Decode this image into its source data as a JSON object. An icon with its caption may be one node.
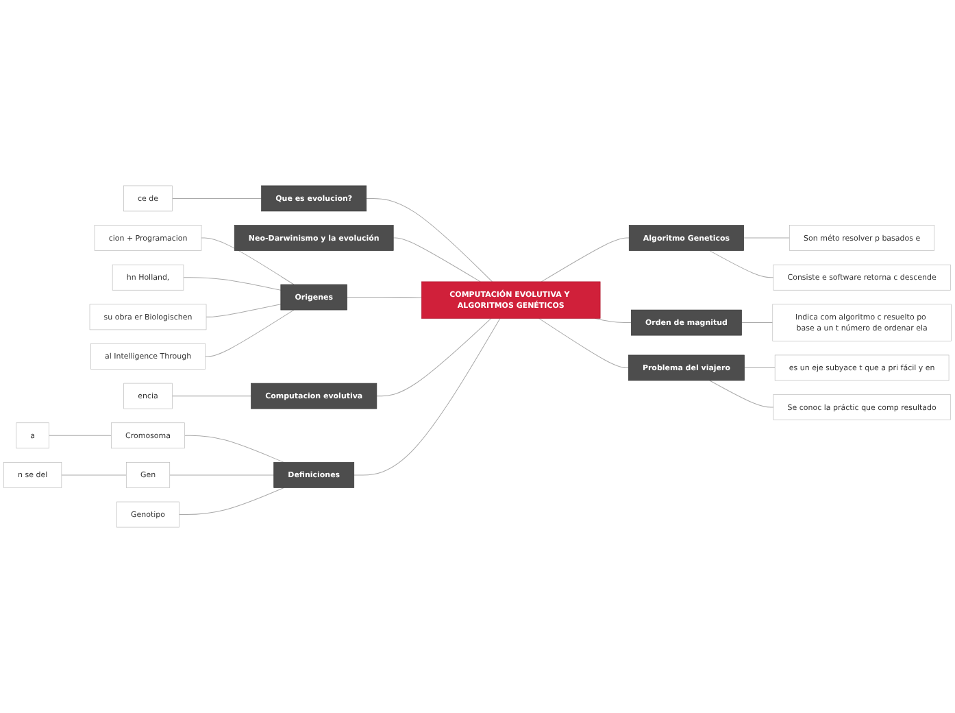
{
  "diagram": {
    "nodes": [
      {
        "text": [
          "COMPUTACIÓN EVOLUTIVA Y ALGORITMOS GENÉTICOS"
        ]
      },
      {
        "text": [
          "Que es evolucion?"
        ]
      },
      {
        "text": [
          "Neo-Darwinismo y la evolución"
        ]
      },
      {
        "text": [
          "Origenes"
        ]
      },
      {
        "text": [
          "Computacion evolutiva"
        ]
      },
      {
        "text": [
          "Definiciones"
        ]
      },
      {
        "text": [
          "Algoritmo Geneticos"
        ]
      },
      {
        "text": [
          "Orden de magnitud"
        ]
      },
      {
        "text": [
          "Problema del viajero"
        ]
      },
      {
        "text": [
          "ce de"
        ]
      },
      {
        "text": [
          "cion + Programacion"
        ]
      },
      {
        "text": [
          "hn Holland,"
        ]
      },
      {
        "text": [
          "su obra er Biologischen"
        ]
      },
      {
        "text": [
          "al Intelligence Through"
        ]
      },
      {
        "text": [
          "encia"
        ]
      },
      {
        "text": [
          "Cromosoma"
        ]
      },
      {
        "text": [
          "a"
        ]
      },
      {
        "text": [
          "Gen"
        ]
      },
      {
        "text": [
          "n se del"
        ]
      },
      {
        "text": [
          "Genotipo"
        ]
      },
      {
        "text": [
          "Son méto resolver p basados e"
        ]
      },
      {
        "text": [
          "Consiste e software retorna c descende"
        ]
      },
      {
        "text": [
          "Indica com algoritmo c resuelto po base a un t número de ordenar ela"
        ]
      },
      {
        "text": [
          "es un eje subyace t que a pri fácil y en"
        ]
      },
      {
        "text": [
          "Se conoc la práctic que comp resultado"
        ]
      }
    ],
    "edges": [
      {
        "from": 1,
        "to": 0,
        "arrow": "none"
      },
      {
        "from": 2,
        "to": 0,
        "arrow": "none"
      },
      {
        "from": 3,
        "to": 0,
        "arrow": "none"
      },
      {
        "from": 4,
        "to": 0,
        "arrow": "none"
      },
      {
        "from": 5,
        "to": 0,
        "arrow": "none"
      },
      {
        "from": 0,
        "to": 6,
        "arrow": "none"
      },
      {
        "from": 0,
        "to": 7,
        "arrow": "none"
      },
      {
        "from": 0,
        "to": 8,
        "arrow": "none"
      },
      {
        "from": 9,
        "to": 1,
        "arrow": "none"
      },
      {
        "from": 10,
        "to": 3,
        "arrow": "none"
      },
      {
        "from": 11,
        "to": 3,
        "arrow": "none"
      },
      {
        "from": 12,
        "to": 3,
        "arrow": "none"
      },
      {
        "from": 13,
        "to": 3,
        "arrow": "none"
      },
      {
        "from": 14,
        "to": 4,
        "arrow": "none"
      },
      {
        "from": 15,
        "to": 5,
        "arrow": "none"
      },
      {
        "from": 16,
        "to": 15,
        "arrow": "none"
      },
      {
        "from": 17,
        "to": 5,
        "arrow": "none"
      },
      {
        "from": 18,
        "to": 17,
        "arrow": "none"
      },
      {
        "from": 19,
        "to": 5,
        "arrow": "none"
      },
      {
        "from": 6,
        "to": 20,
        "arrow": "none"
      },
      {
        "from": 6,
        "to": 21,
        "arrow": "none"
      },
      {
        "from": 7,
        "to": 22,
        "arrow": "none"
      },
      {
        "from": 8,
        "to": 23,
        "arrow": "none"
      },
      {
        "from": 8,
        "to": 24,
        "arrow": "none"
      }
    ]
  }
}
